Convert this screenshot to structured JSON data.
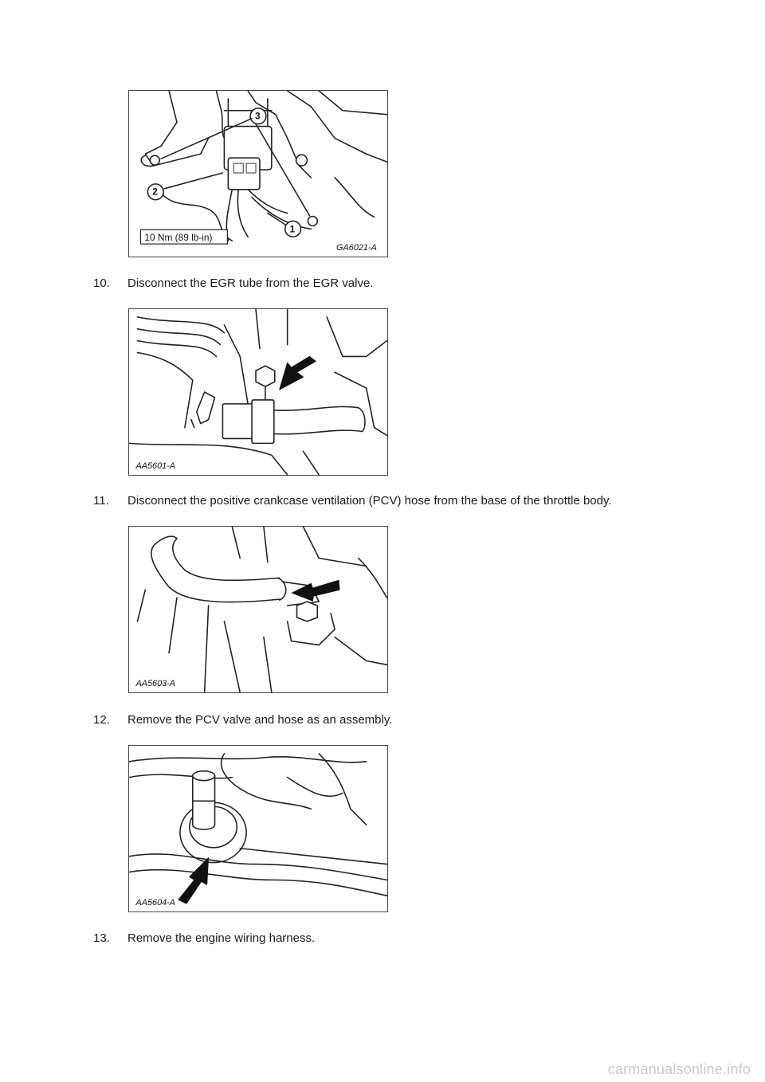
{
  "figures": [
    {
      "code": "GA6021-A",
      "torque": "10 Nm (89 lb-in)",
      "callouts": [
        "1",
        "2",
        "3"
      ]
    },
    {
      "code": "AA5601-A"
    },
    {
      "code": "AA5603-A"
    },
    {
      "code": "AA5604-A"
    }
  ],
  "steps": [
    {
      "number": "10.",
      "text": "Disconnect the EGR tube from the EGR valve."
    },
    {
      "number": "11.",
      "text": "Disconnect the positive crankcase ventilation (PCV) hose from the base of the throttle body."
    },
    {
      "number": "12.",
      "text": "Remove the PCV valve and hose as an assembly."
    },
    {
      "number": "13.",
      "text": "Remove the engine wiring harness."
    }
  ],
  "watermark": "carmanualsonline.info"
}
